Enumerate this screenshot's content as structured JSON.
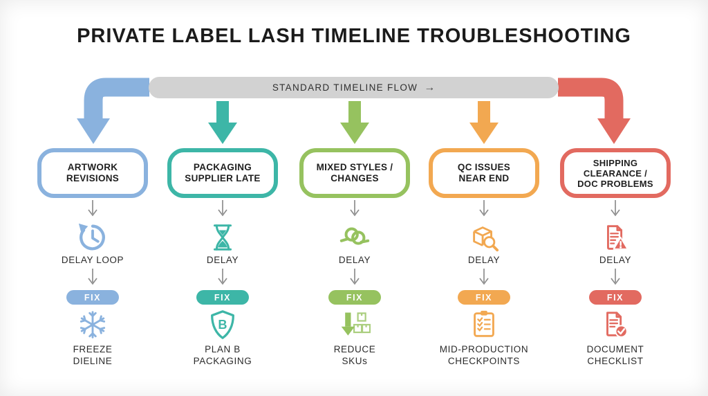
{
  "title": "PRIVATE LABEL LASH TIMELINE TROUBLESHOOTING",
  "banner": {
    "label": "STANDARD TIMELINE FLOW",
    "arrow_glyph": "→"
  },
  "colors": {
    "banner_bg": "#d2d2d2",
    "connector_gray": "#8d8d8d",
    "title_text": "#1b1b1b"
  },
  "columns": [
    {
      "key": "artwork-revisions",
      "accent": "#8ab2de",
      "problem_lines": [
        "ARTWORK",
        "REVISIONS",
        ""
      ],
      "delay_icon": "history-clock-icon",
      "delay_label": "DELAY LOOP",
      "fix_badge": "FIX",
      "fix_icon": "snowflake-icon",
      "fix_lines": [
        "FREEZE",
        "DIELINE"
      ]
    },
    {
      "key": "packaging-supplier-late",
      "accent": "#3db6a7",
      "problem_lines": [
        "PACKAGING",
        "SUPPLIER LATE",
        ""
      ],
      "delay_icon": "hourglass-icon",
      "delay_label": "DELAY",
      "fix_badge": "FIX",
      "fix_icon": "shield-b-icon",
      "shield_letter": "B",
      "fix_lines": [
        "PLAN B",
        "PACKAGING"
      ]
    },
    {
      "key": "mixed-styles-changes",
      "accent": "#96c25f",
      "problem_lines": [
        "MIXED STYLES /",
        "CHANGES",
        ""
      ],
      "delay_icon": "knot-icon",
      "delay_label": "DELAY",
      "fix_badge": "FIX",
      "fix_icon": "reduce-boxes-icon",
      "fix_lines": [
        "REDUCE",
        "SKUs"
      ]
    },
    {
      "key": "qc-issues-near-end",
      "accent": "#f2a851",
      "problem_lines": [
        "QC ISSUES",
        "NEAR END",
        ""
      ],
      "delay_icon": "package-inspect-icon",
      "delay_label": "DELAY",
      "fix_badge": "FIX",
      "fix_icon": "clipboard-check-icon",
      "fix_lines": [
        "MID-PRODUCTION",
        "CHECKPOINTS"
      ]
    },
    {
      "key": "shipping-clearance-doc-problems",
      "accent": "#e26a60",
      "problem_lines": [
        "SHIPPING",
        "CLEARANCE /",
        "DOC PROBLEMS"
      ],
      "delay_icon": "document-alert-icon",
      "delay_label": "DELAY",
      "fix_badge": "FIX",
      "fix_icon": "document-check-icon",
      "fix_lines": [
        "DOCUMENT",
        "CHECKLIST"
      ]
    }
  ]
}
